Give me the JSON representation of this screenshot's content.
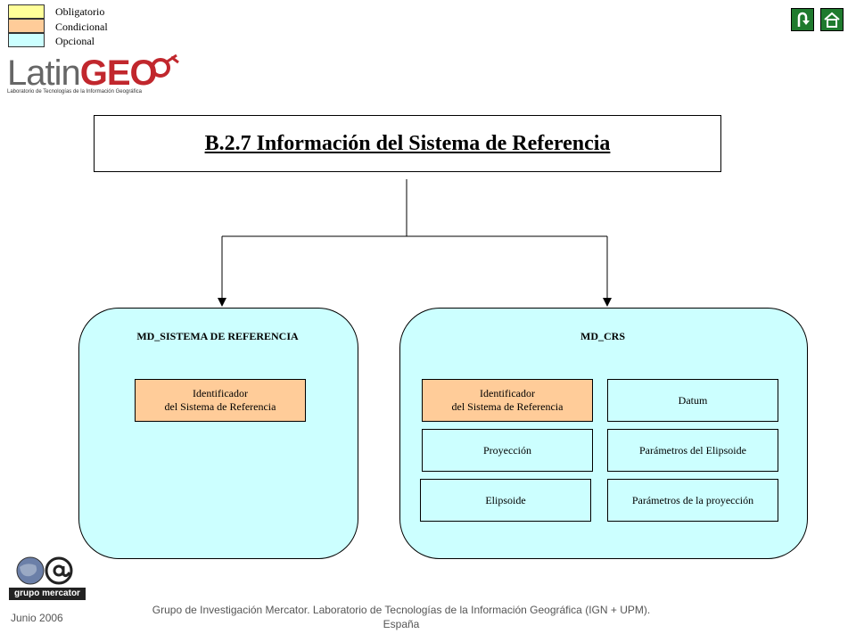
{
  "legend": {
    "items": [
      {
        "label": "Obligatorio",
        "color": "#ffff99"
      },
      {
        "label": "Condicional",
        "color": "#ffcc99"
      },
      {
        "label": "Opcional",
        "color": "#ccffff"
      }
    ]
  },
  "logo": {
    "text_latin": "Latin",
    "text_geo": "GEO",
    "subtitle": "Laboratorio de Tecnologías de la Información Geográfica"
  },
  "nav": {
    "back_icon": "return-arrow-icon",
    "home_icon": "home-icon"
  },
  "title": "B.2.7  Información del Sistema de Referencia",
  "panels": {
    "left": {
      "title": "MD_SISTEMA DE REFERENCIA",
      "fields": [
        {
          "label_line1": "Identificador",
          "label_line2": "del Sistema de Referencia",
          "type": "condicional"
        }
      ]
    },
    "right": {
      "title": "MD_CRS",
      "fields": {
        "identificador": {
          "label_line1": "Identificador",
          "label_line2": "del Sistema de Referencia",
          "type": "condicional"
        },
        "datum": {
          "label": "Datum",
          "type": "opcional"
        },
        "proyeccion": {
          "label": "Proyección",
          "type": "opcional"
        },
        "parametros_elipsoide": {
          "label": "Parámetros del Elipsoide",
          "type": "opcional"
        },
        "elipsoide": {
          "label": "Elipsoide",
          "type": "opcional"
        },
        "parametros_proyeccion": {
          "label": "Parámetros de la proyección",
          "type": "opcional"
        }
      }
    }
  },
  "footer": {
    "logo_text": "grupo mercator",
    "date": "Junio 2006",
    "credits_line1": "Grupo de Investigación Mercator. Laboratorio de Tecnologías de la Información Geográfica (IGN + UPM).",
    "credits_line2": "España"
  }
}
